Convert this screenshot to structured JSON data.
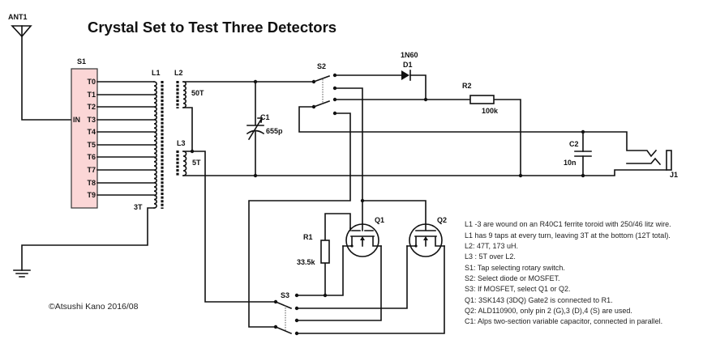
{
  "title": "Crystal Set to Test Three Detectors",
  "copyright": "©Atsushi Kano 2016/08",
  "components": {
    "ant1": {
      "ref": "ANT1"
    },
    "s1": {
      "ref": "S1",
      "input": "IN",
      "taps": [
        "T0",
        "T1",
        "T2",
        "T3",
        "T4",
        "T5",
        "T6",
        "T7",
        "T8",
        "T9"
      ]
    },
    "l1": {
      "ref": "L1",
      "bottom_turns": "3T"
    },
    "l2": {
      "ref": "L2",
      "value": "50T"
    },
    "l3": {
      "ref": "L3",
      "value": "5T"
    },
    "c1": {
      "ref": "C1",
      "value": "655p"
    },
    "s2": {
      "ref": "S2"
    },
    "d1": {
      "ref": "D1",
      "value": "1N60"
    },
    "r2": {
      "ref": "R2",
      "value": "100k"
    },
    "c2": {
      "ref": "C2",
      "value": "10n"
    },
    "j1": {
      "ref": "J1"
    },
    "r1": {
      "ref": "R1",
      "value": "33.5k"
    },
    "q1": {
      "ref": "Q1"
    },
    "q2": {
      "ref": "Q2"
    },
    "s3": {
      "ref": "S3"
    }
  },
  "notes": [
    "L1 -3 are wound on an R40C1 ferrite toroid with 250/46 litz wire.",
    "L1 has 9 taps at every turn, leaving 3T at the bottom (12T total).",
    "L2: 47T, 173 uH.",
    "L3 : 5T over L2.",
    "S1: Tap selecting rotary switch.",
    "S2: Select diode or MOSFET.",
    "S3: If MOSFET, select Q1 or Q2.",
    "Q1: 3SK143 (3DQ) Gate2 is connected to R1.",
    "Q2: ALD110900, only pin 2 (G),3 (D),4 (S) are used.",
    "C1: Alps two-section variable capacitor, connected in parallel."
  ]
}
